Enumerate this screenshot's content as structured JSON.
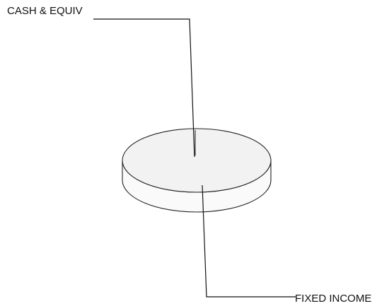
{
  "chart_data": {
    "type": "pie",
    "style": "3d",
    "slices": [
      {
        "label": "CASH & EQUIV",
        "value": 0.5
      },
      {
        "label": "FIXED INCOME",
        "value": 99.5
      }
    ],
    "colors": {
      "face": "#f2f2f2",
      "side": "#fafafa",
      "outline": "#222222"
    }
  }
}
